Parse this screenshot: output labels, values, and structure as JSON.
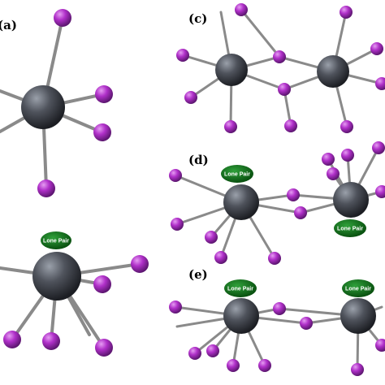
{
  "labels": {
    "panel_a": "(a)",
    "panel_c": "(c)",
    "panel_d": "(d)",
    "panel_e": "(e)",
    "lone_pair": "Lone Pair",
    "lone_pair_alt": "Lone Pair"
  },
  "colors": {
    "central_atom": "#4b4e57",
    "ligand_atom": "#b032c8",
    "bond": "#8a8a8a",
    "lone_pair": "#0b6e12",
    "lone_pair_text": "#ffffff",
    "background": "#ffffff"
  }
}
